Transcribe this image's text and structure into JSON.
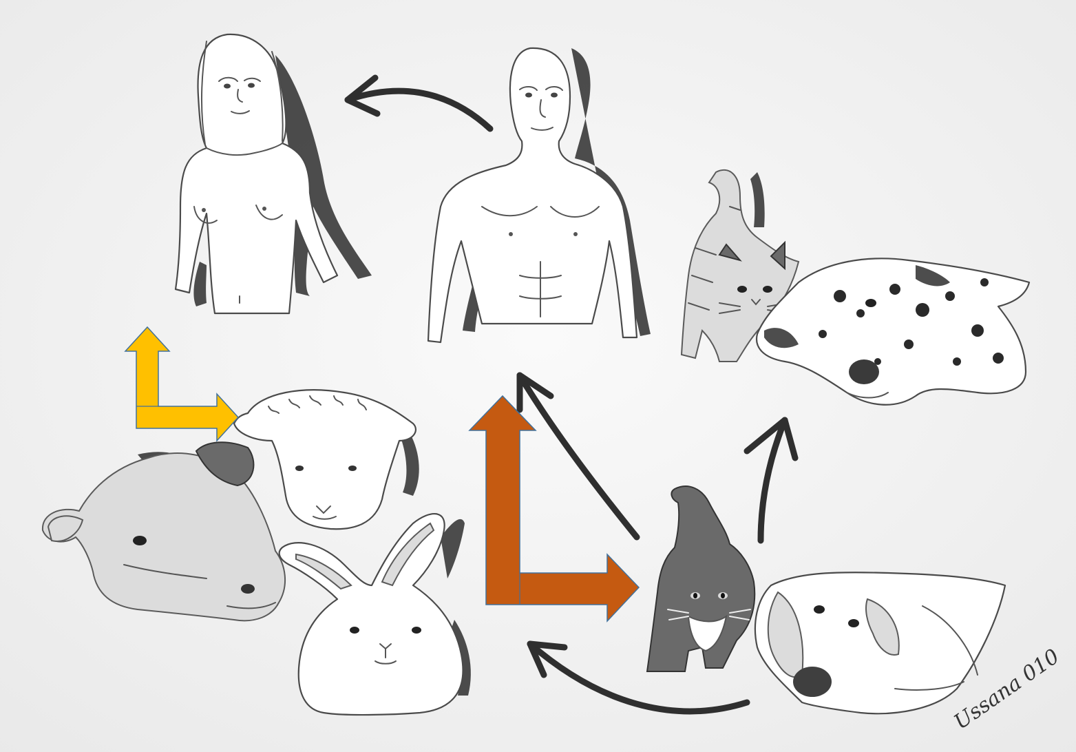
{
  "image": {
    "signature_text": "Ussana 010",
    "colors": {
      "paper": "#f4f4f4",
      "pencil": "#4a4a4a",
      "ink_arrow": "#2f2f2f",
      "yellow_arrow": "#ffc000",
      "orange_arrow": "#c55a11",
      "arrow_outline": "#41719c"
    },
    "figures": [
      "woman",
      "man",
      "kitten-tabby",
      "dalmatian",
      "cow",
      "sheep",
      "rabbit",
      "kitten-tuxedo",
      "hound-dog"
    ]
  }
}
